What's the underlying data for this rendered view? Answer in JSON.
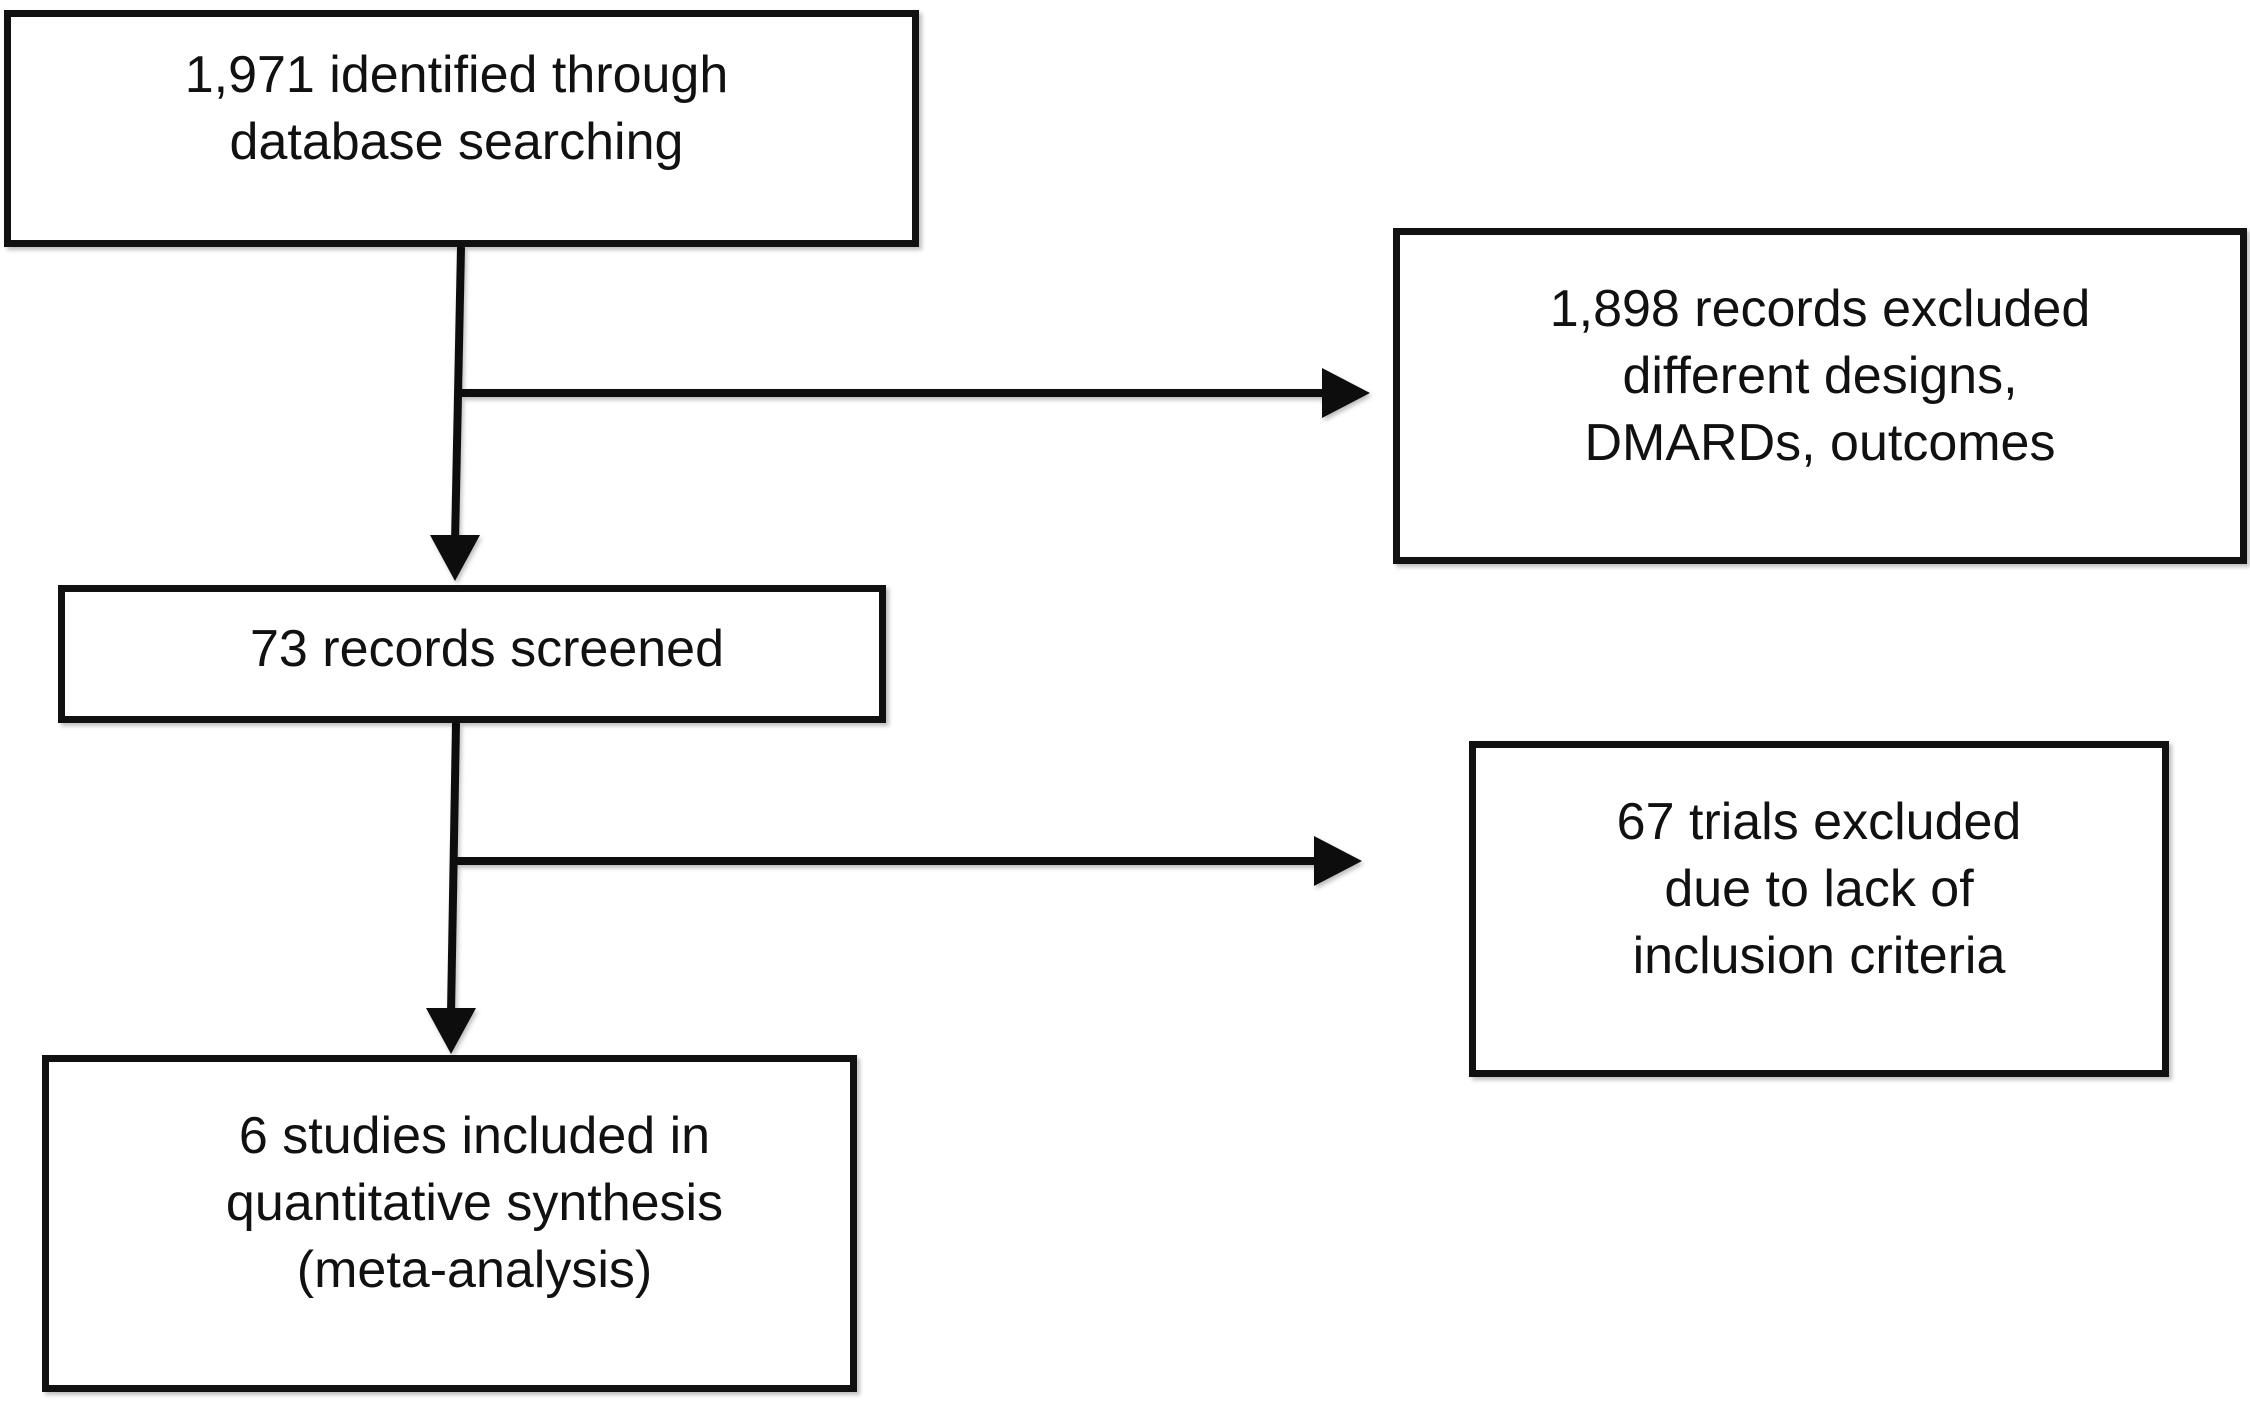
{
  "diagram": {
    "type": "flowchart",
    "boxes": {
      "identified": "1,971 identified through\ndatabase searching",
      "excluded_first": "1,898 records excluded\ndifferent designs,\nDMARDs, outcomes",
      "screened": "73 records screened",
      "excluded_second": "67 trials excluded\ndue to lack of\ninclusion criteria",
      "included": "6 studies included in\nquantitative synthesis\n(meta-analysis)"
    },
    "edges": [
      {
        "from": "identified",
        "to": "screened"
      },
      {
        "from": "identified",
        "to": "excluded_first"
      },
      {
        "from": "screened",
        "to": "included"
      },
      {
        "from": "screened",
        "to": "excluded_second"
      }
    ],
    "colors": {
      "stroke": "#111111",
      "background": "#ffffff"
    }
  }
}
